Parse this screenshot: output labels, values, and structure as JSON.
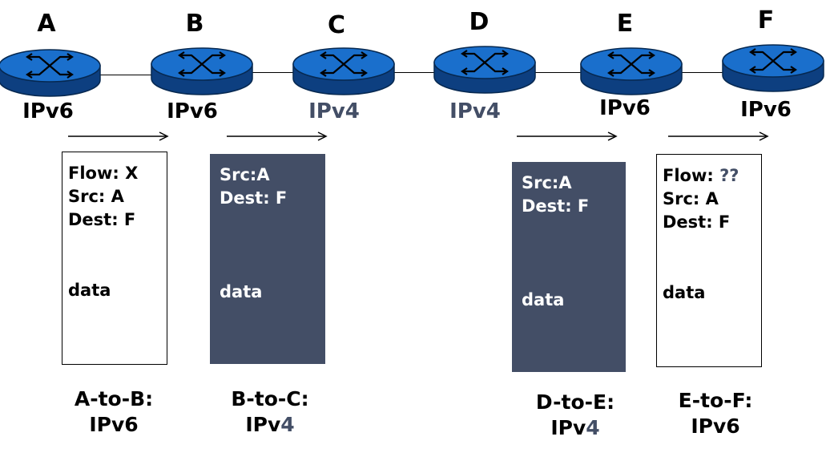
{
  "routers": [
    {
      "letter": "A",
      "proto": "IPv6"
    },
    {
      "letter": "B",
      "proto": "IPv6"
    },
    {
      "letter": "C",
      "proto": "IPv4"
    },
    {
      "letter": "D",
      "proto": "IPv4"
    },
    {
      "letter": "E",
      "proto": "IPv6"
    },
    {
      "letter": "F",
      "proto": "IPv6"
    }
  ],
  "packets": [
    {
      "flow_label": "Flow: ",
      "flow_value": "X",
      "src": "Src: A",
      "dest": "Dest: F",
      "data": "data",
      "caption_line1": "A-to-B:",
      "caption_ip": "IPv",
      "caption_ver": "6"
    },
    {
      "src": "Src:A",
      "dest": "Dest: F",
      "data": "data",
      "caption_line1": "B-to-C:",
      "caption_ip": "IPv",
      "caption_ver": "4"
    },
    {
      "src": "Src:A",
      "dest": "Dest: F",
      "data": "data",
      "caption_line1": "D-to-E:",
      "caption_ip": "IPv",
      "caption_ver": "4"
    },
    {
      "flow_label": "Flow: ",
      "flow_value": "??",
      "src": "Src: A",
      "dest": "Dest: F",
      "data": "data",
      "caption_line1": "E-to-F:",
      "caption_ip": "IPv",
      "caption_ver": "6"
    }
  ],
  "colors": {
    "router_blue": "#1a6fcc",
    "ipv4_gray": "#434e66"
  }
}
